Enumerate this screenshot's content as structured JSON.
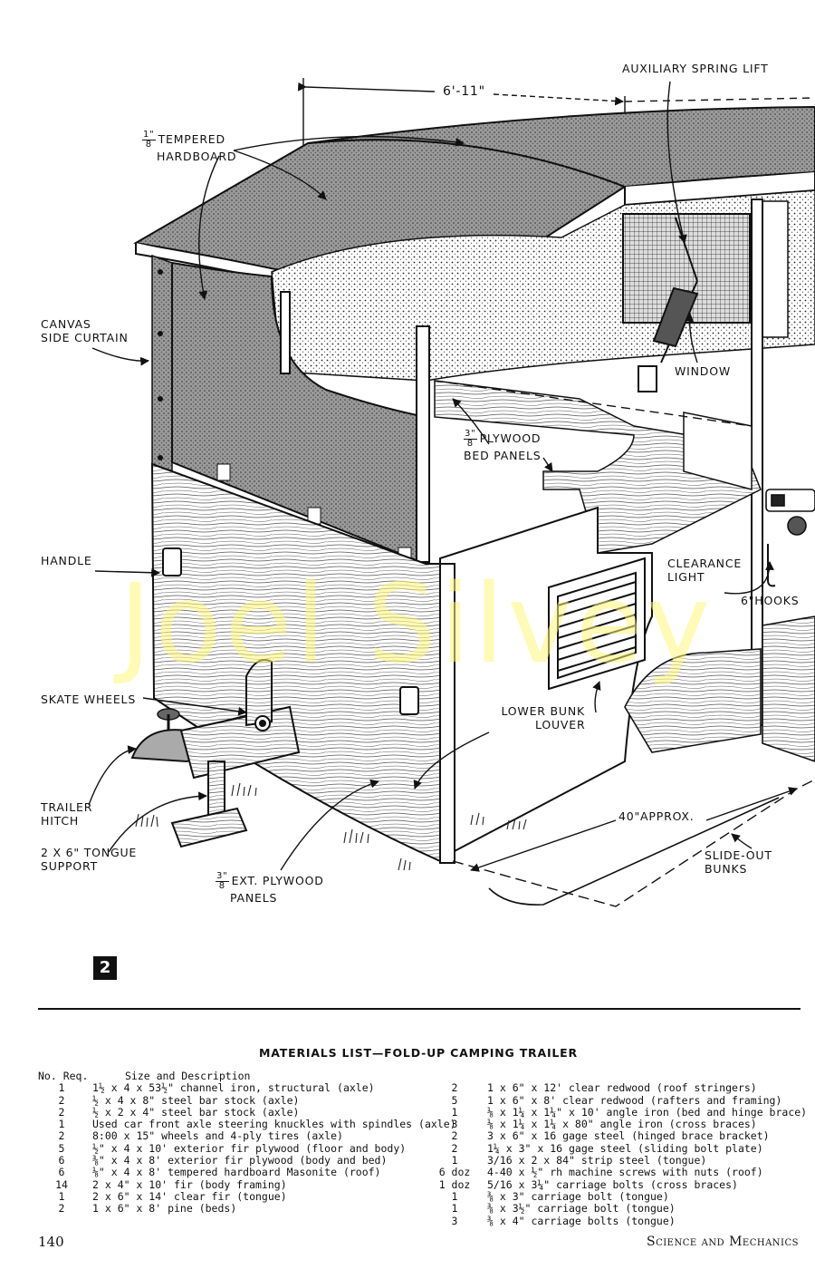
{
  "diagram": {
    "labels": {
      "auxiliary_spring_lift": "AUXILIARY SPRING LIFT",
      "dimension_top": "6'-11\"",
      "hardboard_frac_num": "1\"",
      "hardboard_frac_den": "8",
      "hardboard_1": "TEMPERED",
      "hardboard_2": "HARDBOARD",
      "canvas_1": "CANVAS",
      "canvas_2": "SIDE CURTAIN",
      "window": "WINDOW",
      "bed_frac_num": "3\"",
      "bed_frac_den": "8",
      "bed_1": "PLYWOOD",
      "bed_2": "BED PANELS",
      "handle": "HANDLE",
      "clearance_1": "CLEARANCE",
      "clearance_2": "LIGHT",
      "hooks": "6\"HOOKS",
      "skate_wheels": "SKATE WHEELS",
      "louver_1": "LOWER BUNK",
      "louver_2": "LOUVER",
      "hitch_1": "TRAILER",
      "hitch_2": "HITCH",
      "dimension_bunk": "40\"APPROX.",
      "tongue_1": "2 X 6\" TONGUE",
      "tongue_2": "SUPPORT",
      "ext_frac_num": "3\"",
      "ext_frac_den": "8",
      "ext_1": "EXT. PLYWOOD",
      "ext_2": "PANELS",
      "slide_1": "SLIDE-OUT",
      "slide_2": "BUNKS"
    },
    "watermark": "Joel Silvey",
    "figure_number": "2"
  },
  "materials": {
    "title": "MATERIALS LIST—FOLD-UP CAMPING TRAILER",
    "header_qty": "No. Req.",
    "header_desc": "Size and Description",
    "left_items": [
      {
        "qty": "1",
        "desc": "1½ x 4 x 53½\" channel iron, structural (axle)"
      },
      {
        "qty": "2",
        "desc": "½ x 4 x 8\" steel bar stock (axle)"
      },
      {
        "qty": "2",
        "desc": "½ x 2 x 4\" steel bar stock (axle)"
      },
      {
        "qty": "1",
        "desc": "Used car front axle steering knuckles with spindles (axle)"
      },
      {
        "qty": "2",
        "desc": "8:00 x 15\" wheels and 4-ply tires (axle)"
      },
      {
        "qty": "5",
        "desc": "½\" x 4 x 10' exterior fir plywood (floor and body)"
      },
      {
        "qty": "6",
        "desc": "⅜\" x 4 x 8' exterior fir plywood (body and bed)"
      },
      {
        "qty": "6",
        "desc": "⅛\" x 4 x 8' tempered hardboard Masonite (roof)"
      },
      {
        "qty": "14",
        "desc": "2 x 4\" x 10' fir (body framing)"
      },
      {
        "qty": "1",
        "desc": "2 x 6\" x 14' clear fir (tongue)"
      },
      {
        "qty": "2",
        "desc": "1 x 6\" x 8' pine (beds)"
      }
    ],
    "right_items": [
      {
        "qty": "2",
        "desc": "1 x 6\" x 12' clear redwood (roof stringers)"
      },
      {
        "qty": "5",
        "desc": "1 x 6\" x 8' clear redwood (rafters and framing)"
      },
      {
        "qty": "1",
        "desc": "⅛ x 1¼ x 1¼\" x 10' angle iron (bed and hinge brace)"
      },
      {
        "qty": "3",
        "desc": "⅛ x 1¼ x 1¼ x 80\" angle iron (cross braces)"
      },
      {
        "qty": "2",
        "desc": "3 x 6\" x 16 gage steel (hinged brace bracket)"
      },
      {
        "qty": "2",
        "desc": "1¼ x 3\" x 16 gage steel (sliding bolt plate)"
      },
      {
        "qty": "1",
        "desc": "3/16 x 2 x 84\" strip steel (tongue)"
      },
      {
        "qty": "6 doz",
        "desc": "4-40 x ½\" rh machine screws with nuts (roof)"
      },
      {
        "qty": "1 doz",
        "desc": "5/16 x 3¼\" carriage bolts (cross braces)"
      },
      {
        "qty": "1",
        "desc": "⅜ x 3\" carriage bolt (tongue)"
      },
      {
        "qty": "1",
        "desc": "⅜ x 3½\" carriage bolt (tongue)"
      },
      {
        "qty": "3",
        "desc": "⅜ x 4\" carriage bolts (tongue)"
      }
    ]
  },
  "footer": {
    "page_number": "140",
    "journal": "Science and Mechanics"
  }
}
